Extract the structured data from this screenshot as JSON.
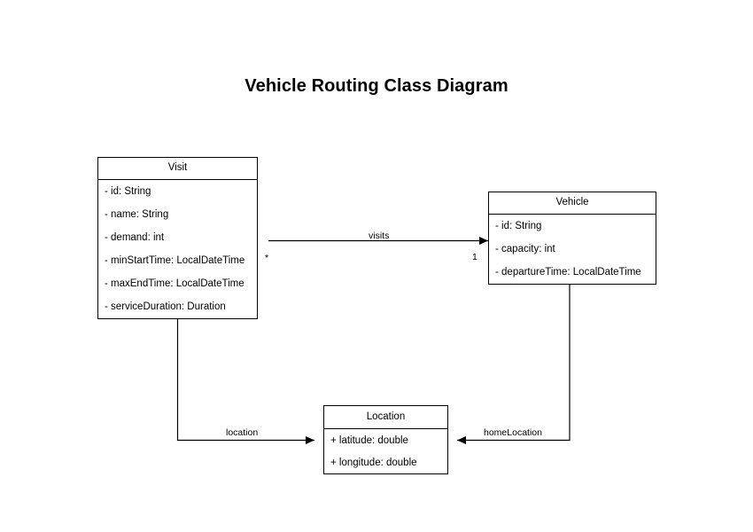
{
  "diagram": {
    "title": "Vehicle Routing Class Diagram",
    "type": "uml-class-diagram",
    "background_color": "#ffffff",
    "line_color": "#000000",
    "text_color": "#000000"
  },
  "classes": [
    {
      "id": "visit",
      "name": "Visit",
      "attributes": [
        "- id: String",
        "- name: String",
        "- demand: int",
        "- minStartTime: LocalDateTime",
        "- maxEndTime: LocalDateTime",
        "- serviceDuration: Duration"
      ]
    },
    {
      "id": "vehicle",
      "name": "Vehicle",
      "attributes": [
        "- id: String",
        "- capacity: int",
        "- departureTime: LocalDateTime"
      ]
    },
    {
      "id": "location",
      "name": "Location",
      "attributes": [
        "+ latitude: double",
        "+ longitude: double"
      ]
    }
  ],
  "relationships": [
    {
      "id": "visits",
      "label": "visits",
      "from": "Vehicle",
      "to": "Visit",
      "source_multiplicity": "1",
      "target_multiplicity": "*",
      "arrow": "open-arrow-to-visit"
    },
    {
      "id": "location",
      "label": "location",
      "from": "Visit",
      "to": "Location",
      "source_multiplicity": "",
      "target_multiplicity": "",
      "arrow": "open-arrow-to-location"
    },
    {
      "id": "homeLocation",
      "label": "homeLocation",
      "from": "Vehicle",
      "to": "Location",
      "source_multiplicity": "",
      "target_multiplicity": "",
      "arrow": "open-arrow-to-location"
    }
  ]
}
